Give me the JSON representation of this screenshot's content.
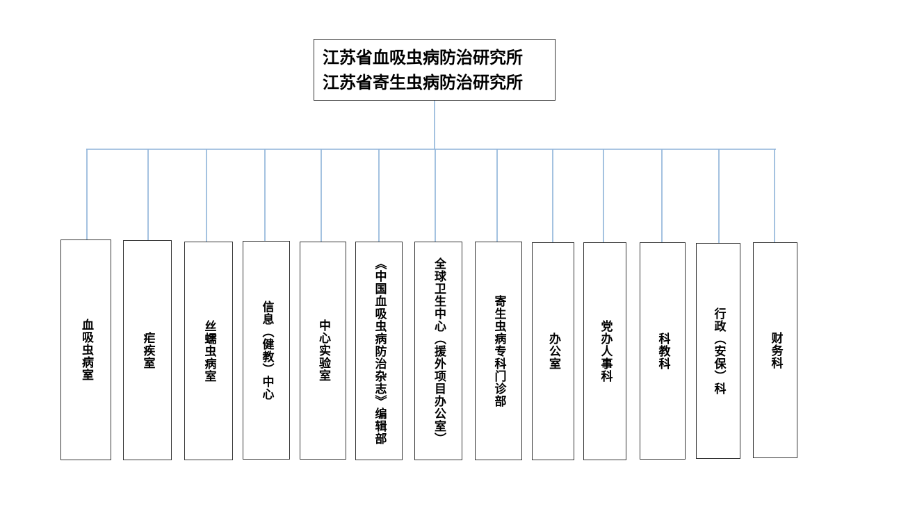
{
  "org_chart": {
    "root": {
      "line1": "江苏省血吸虫病防治研究所",
      "line2": "江苏省寄生虫病防治研究所"
    },
    "departments": [
      {
        "label": "血吸虫病室"
      },
      {
        "label": "疟疾室"
      },
      {
        "label": "丝蠕虫病室"
      },
      {
        "label": "信息（健教）中心"
      },
      {
        "label": "中心实验室"
      },
      {
        "label": "《中国血吸虫病防治杂志》编辑部"
      },
      {
        "label": "全球卫生中心（援外项目办公室）"
      },
      {
        "label": "寄生虫病专科门诊部"
      },
      {
        "label": "办公室"
      },
      {
        "label": "党办人事科"
      },
      {
        "label": "科教科"
      },
      {
        "label": "行政（安保）科"
      },
      {
        "label": "财务科"
      }
    ]
  },
  "colors": {
    "connector": "#8eb2d9",
    "box_border": "#333333",
    "text": "#000000"
  }
}
